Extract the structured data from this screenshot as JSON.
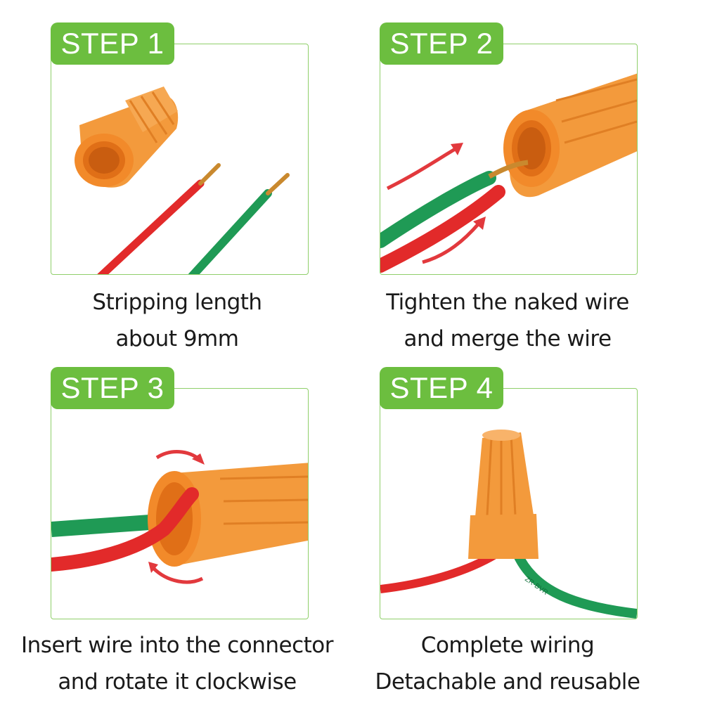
{
  "steps": [
    {
      "badge": "STEP 1",
      "caption_line1": "Stripping length",
      "caption_line2": "about 9mm"
    },
    {
      "badge": "STEP 2",
      "caption_line1": "Tighten the naked wire",
      "caption_line2": "and merge the wire"
    },
    {
      "badge": "STEP 3",
      "caption_line1": "Insert wire into the connector",
      "caption_line2": "and rotate it clockwise"
    },
    {
      "badge": "STEP 4",
      "caption_line1": "Complete wiring",
      "caption_line2": "Detachable and reusable"
    }
  ],
  "wire_marking": "ZR-BVR",
  "colors": {
    "accent_green": "#6cbe3f",
    "panel_border": "#8fcf6a",
    "connector_orange": "#f39a3c",
    "wire_red": "#e22a2a",
    "wire_green": "#1f9a55",
    "arrow_red": "#e2393d"
  }
}
